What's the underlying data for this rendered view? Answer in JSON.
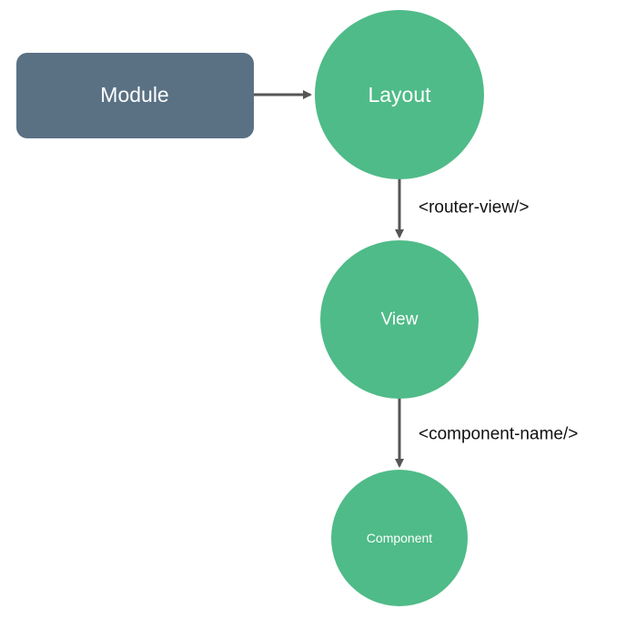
{
  "diagram": {
    "nodes": {
      "module": {
        "label": "Module",
        "shape": "rounded-rectangle",
        "color": "#5a7184"
      },
      "layout": {
        "label": "Layout",
        "shape": "circle",
        "color": "#4fbb88"
      },
      "view": {
        "label": "View",
        "shape": "circle",
        "color": "#4fbb88"
      },
      "component": {
        "label": "Component",
        "shape": "circle",
        "color": "#4fbb88"
      }
    },
    "edges": {
      "module_to_layout": {
        "from": "Module",
        "to": "Layout",
        "label": ""
      },
      "layout_to_view": {
        "from": "Layout",
        "to": "View",
        "label": "<router-view/>"
      },
      "view_to_component": {
        "from": "View",
        "to": "Component",
        "label": "<component-name/>"
      }
    },
    "edge_color": "#555555"
  }
}
